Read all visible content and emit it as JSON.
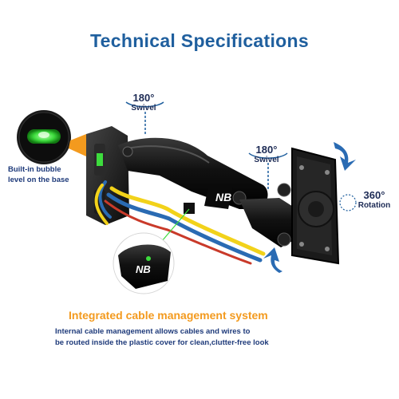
{
  "heading": "Technical Specifications",
  "swivel_top": {
    "degrees": "180°",
    "label": "Swivel"
  },
  "swivel_right": {
    "degrees": "180°",
    "label": "Swivel"
  },
  "rotation": {
    "degrees": "360°",
    "label": "Rotation"
  },
  "bubble_level": {
    "line1": "Built-in bubble",
    "line2": "level on the base"
  },
  "logo_text": "NB",
  "cable_management": {
    "title": "Integrated cable management system",
    "line1": "Internal cable management allows cables and wires to",
    "line2": "be routed inside the plastic cover for clean,clutter-free look"
  },
  "colors": {
    "heading": "#1f5f9e",
    "accent_orange": "#f39a1e",
    "body_text": "#1e3a7a",
    "arrow_blue": "#2a6bb3",
    "bubble_green": "#3ddc3d"
  }
}
